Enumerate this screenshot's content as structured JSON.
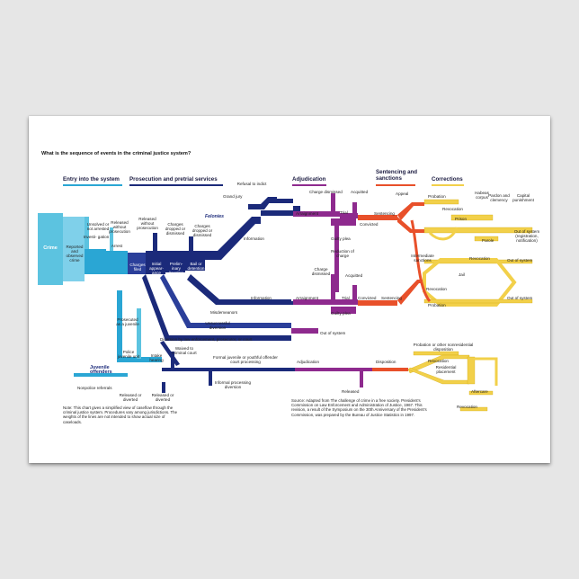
{
  "title": "What is the sequence of events in the criminal justice system?",
  "sections": {
    "entry": "Entry into the system",
    "prosecution": "Prosecution and pretrial services",
    "adjudication": "Adjudication",
    "sentencing": "Sentencing and sanctions",
    "corrections": "Corrections"
  },
  "colors": {
    "entry": "#2aa6d4",
    "prosecution": "#1b2a7a",
    "adjudication": "#8e2a8e",
    "sentencing": "#e8502a",
    "corrections": "#f2d04a",
    "crime": "#5cc3e0"
  },
  "labels": {
    "crime": "Crime",
    "reported": "Reported and observed crime",
    "unsolved": "Unsolved or not arrested",
    "investigation": "Investi- gation",
    "released_no_prosecution": "Released without prosecution",
    "arrest": "Arrest",
    "charges_filed": "Charges filed",
    "released_without_prosecution2": "Released without prosecution",
    "charges_dropped1": "Charges dropped or dismissed",
    "charges_dropped2": "Charges dropped or dismissed",
    "initial_appearance": "Initial appear- ance",
    "preliminary_hearing": "Prelim- inary hearing",
    "bail": "Bail or detention hearing",
    "felonies": "Felonies",
    "misdemeanors": "Misdemeanors",
    "refusal_to_indict": "Refusal to indict",
    "grand_jury": "Grand jury",
    "information1": "Information",
    "information2": "Information",
    "arraignment1": "Arraignment",
    "arraignment2": "Arraignment",
    "charge_dismissed1": "Charge dismissed",
    "charge_dismissed2": "Charge dismissed",
    "acquitted1": "Acquitted",
    "acquitted2": "Acquitted",
    "trial1": "Trial",
    "trial2": "Trial",
    "guilty_plea1": "Guilty plea",
    "guilty_plea2": "Guilty plea",
    "reduction": "Reduction of charge",
    "convicted1": "Convicted",
    "convicted2": "Convicted",
    "sentencing1": "Sentencing",
    "sentencing2": "Sentencing",
    "appeal": "Appeal",
    "probation1": "Probation",
    "probation2": "Probation",
    "habeas": "Habeas corpus",
    "pardon": "Pardon and clemency",
    "capital": "Capital punishment",
    "revocation1": "Revocation",
    "revocation2": "Revocation",
    "revocation3": "Revocation",
    "revocation4": "Revocation",
    "revocation5": "Revocation",
    "prison": "Prison",
    "parole": "Parole",
    "out1": "Out of system (registration, notification)",
    "out2": "Out of system",
    "out3": "Out of system",
    "out4": "Out of system",
    "intermediate": "Intermediate sanctions",
    "jail": "Jail",
    "unsuccessful": "Unsuccessful diversion",
    "diversion": "Diversion by law enforcement, prosecutor, or court",
    "prosecuted_juvenile": "Prosecuted as a juvenile",
    "juvenile": "Juvenile offenders",
    "police_juvenile": "Police juvenile unit",
    "intake": "Intake hearing",
    "nonpolice": "Nonpolice referrals",
    "released_diverted1": "Released or diverted",
    "released_diverted2": "Released or diverted",
    "waived": "Waived to criminal court",
    "formal_juvenile": "Formal juvenile or youthful offender court processing",
    "informal": "Informal processing diversion",
    "adjudication_j": "Adjudication",
    "disposition": "Disposition",
    "released": "Released",
    "probation_other": "Probation or other nonresidential disposition",
    "residential": "Residential placement",
    "aftercare": "Aftercare"
  },
  "note": "Note: This chart gives a simplified view of caseflow through the criminal justice system. Procedures vary among jurisdictions. The weights of the lines are not intended to show actual size of caseloads.",
  "source": "Source: Adapted from The challenge of crime in a free society. President's Commission on Law Enforcement and Administration of Justice, 1967. This revision, a result of the Symposium on the 30th Anniversary of the President's Commission, was prepared by the Bureau of Justice Statistics in 1997."
}
